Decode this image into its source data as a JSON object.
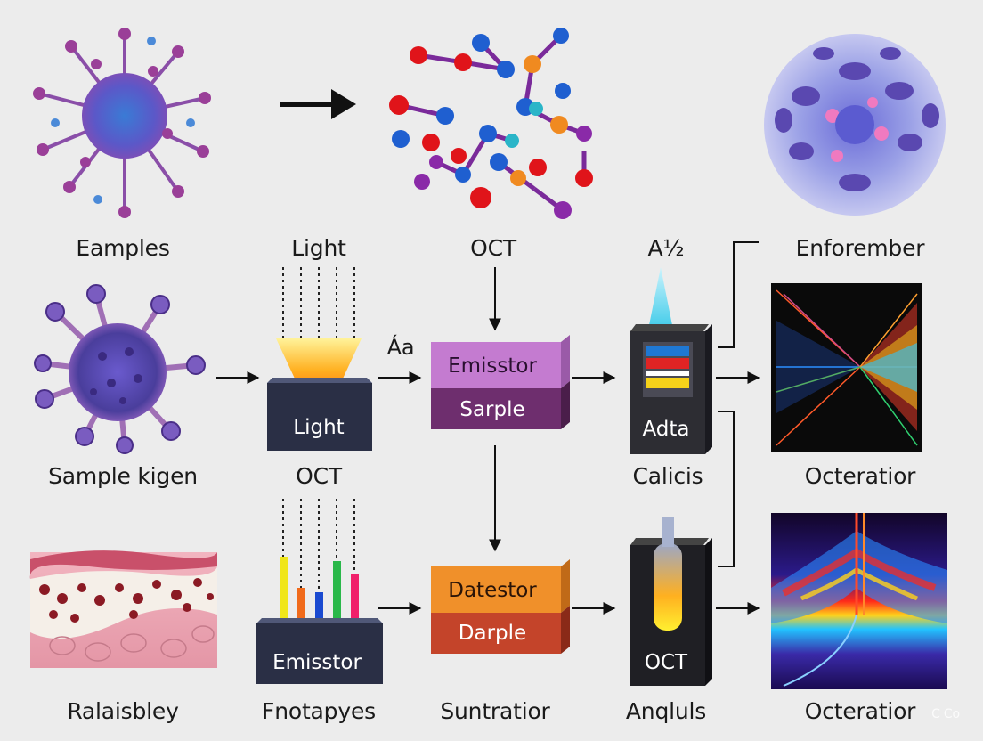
{
  "labels": {
    "r1c1": "Eamples",
    "r1c2": "Light",
    "r1c3": "OCT",
    "r1c4": "A½",
    "r1c5": "Enforember",
    "mid_arrow": "Áa",
    "r2c1": "Sample kigen",
    "r2c2": "OCT",
    "r2c4": "Calicis",
    "r2c5": "Octeratior",
    "r3c1": "Ralaisbley",
    "r3c2": "Fnotapyes",
    "r3c3": "Suntratior",
    "r3c4": "Anqluls",
    "r3c5": "Octeratior"
  },
  "boxes": {
    "light_box": "Light",
    "emissor_top": "Emisstor",
    "emissor_bottom": "Sarple",
    "adta_box": "Adta",
    "detector_top": "Datestor",
    "detector_bottom": "Darple",
    "emissor2_box": "Emisstor",
    "oct_box": "OCT"
  },
  "watermark": "C Co",
  "colors": {
    "background": "#ececec",
    "arrow": "#111111",
    "box_dark": "#2a2f45",
    "emissor_top": "#c47bd0",
    "emissor_bottom": "#6e2e6e",
    "detector_top": "#f0902a",
    "detector_bottom": "#c4442a"
  }
}
